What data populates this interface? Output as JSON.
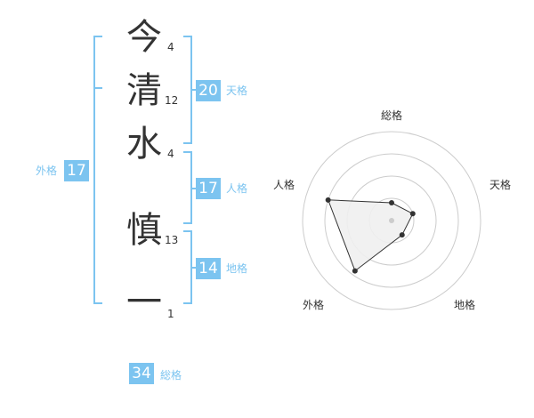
{
  "name_chars": [
    {
      "char": "今",
      "strokes": "4"
    },
    {
      "char": "清",
      "strokes": "12"
    },
    {
      "char": "水",
      "strokes": "4"
    },
    {
      "char": "慎",
      "strokes": "13"
    },
    {
      "char": "一",
      "strokes": "1"
    }
  ],
  "kaku": {
    "tenkaku": {
      "value": "20",
      "label": "天格"
    },
    "jinkaku": {
      "value": "17",
      "label": "人格"
    },
    "chikaku": {
      "value": "14",
      "label": "地格"
    },
    "gaikaku": {
      "value": "17",
      "label": "外格"
    },
    "soukaku": {
      "value": "34",
      "label": "総格"
    }
  },
  "chart_data": {
    "type": "radar",
    "axes": [
      "総格",
      "天格",
      "地格",
      "外格",
      "人格"
    ],
    "values": [
      0.2,
      0.25,
      0.2,
      0.7,
      0.75
    ],
    "rmax": 1,
    "rings": 4,
    "colors": {
      "fill": "#f0f0f0",
      "stroke": "#333333",
      "ring": "#cccccc",
      "point": "#333333",
      "center": "#cccccc"
    }
  },
  "colors": {
    "accent": "#7cc4f0"
  }
}
